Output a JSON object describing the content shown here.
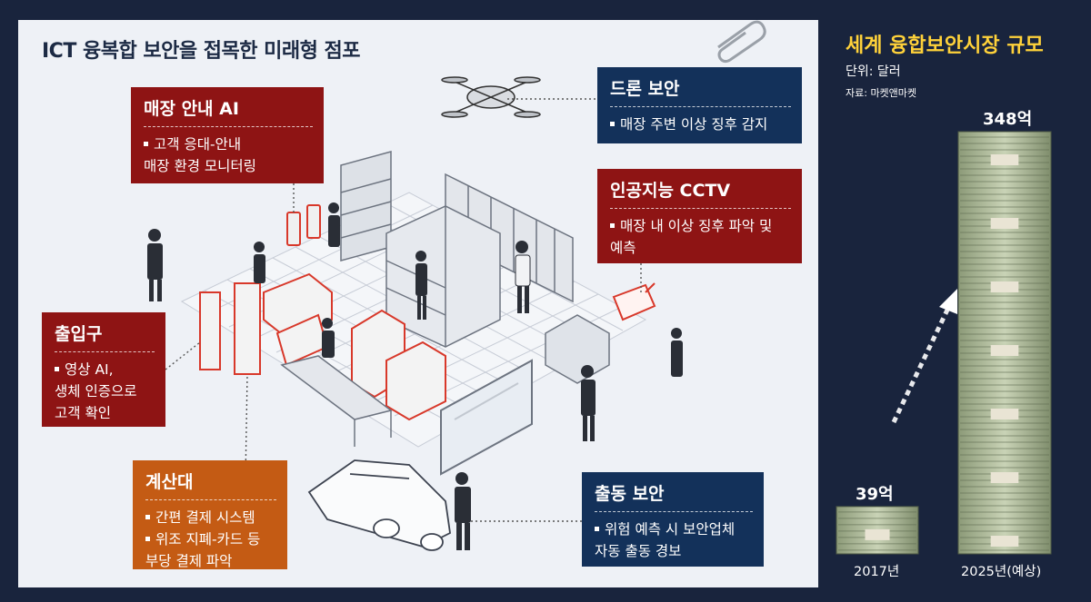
{
  "panel": {
    "title": "ICT 융복합 보안을 접목한 미래형 점포"
  },
  "callouts": {
    "store_ai": {
      "title": "매장 안내 AI",
      "lines": [
        "고객 응대-안내",
        "매장 환경 모니터링"
      ]
    },
    "drone": {
      "title": "드론 보안",
      "lines": [
        "매장 주변 이상 징후 감지"
      ]
    },
    "cctv": {
      "title": "인공지능 CCTV",
      "lines": [
        "매장 내 이상 징후 파악 및",
        "예측"
      ]
    },
    "entrance": {
      "title": "출입구",
      "lines": [
        "영상 AI,",
        "생체 인증으로",
        "고객 확인"
      ]
    },
    "checkout": {
      "title": "계산대",
      "lines": [
        "간편 결제 시스템",
        "위조 지폐-카드 등",
        "부당 결제 파악"
      ]
    },
    "dispatch": {
      "title": "출동 보안",
      "lines": [
        "위험 예측 시 보안업체",
        "자동 출동 경보"
      ]
    },
    "colors": {
      "red": "#8e1414",
      "navy": "#13315a",
      "orange": "#c45b14",
      "highlight": "#d8382a"
    }
  },
  "chart": {
    "title": "세계 융합보안시장 규모",
    "unit": "단위: 달러",
    "source": "자료: 마켓앤마켓",
    "title_color": "#ffd23a"
  },
  "chart_data": {
    "type": "bar",
    "categories": [
      "2017년",
      "2025년(예상)"
    ],
    "values": [
      39,
      348
    ],
    "data_labels": [
      "39억",
      "348억"
    ],
    "ylim": [
      0,
      348
    ],
    "grid": false
  }
}
